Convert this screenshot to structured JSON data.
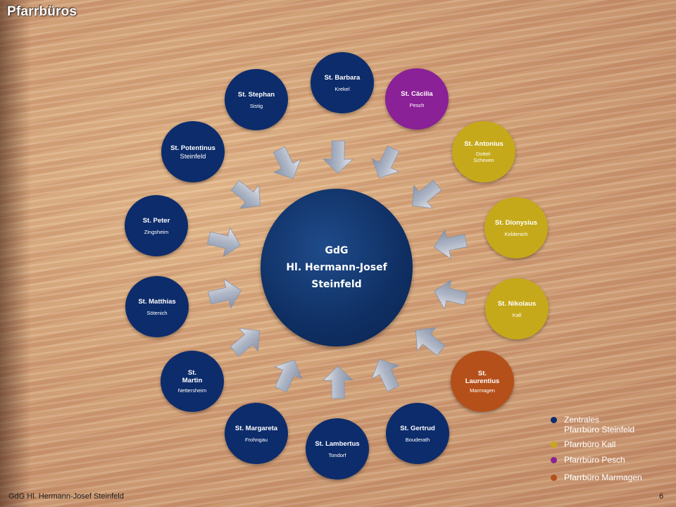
{
  "title": "Pfarrbüros",
  "center": {
    "lines": [
      "GdG",
      "Hl. Hermann-Josef",
      "Steinfeld"
    ]
  },
  "colors": {
    "steinfeld": "#0d2c6b",
    "kall": "#c6a91a",
    "pesch": "#8a2196",
    "marmagen": "#b5501b"
  },
  "nodes": [
    {
      "name": "St. Barbara",
      "sub": "Krekel",
      "group": "steinfeld"
    },
    {
      "name": "St. Cäcilia",
      "sub": "Pesch",
      "group": "pesch"
    },
    {
      "name": "St. Antonius",
      "sub": "Dottel-\nScheven",
      "group": "kall"
    },
    {
      "name": "St. Dionysius",
      "sub": "Keldenich",
      "group": "kall"
    },
    {
      "name": "St. Nikolaus",
      "sub": "Kall",
      "group": "kall"
    },
    {
      "name": "St. Laurentius",
      "sub": "Marmagen",
      "group": "marmagen"
    },
    {
      "name": "St. Gertrud",
      "sub": "Bouderath",
      "group": "steinfeld"
    },
    {
      "name": "St. Lambertus",
      "sub": "Tondorf",
      "group": "steinfeld"
    },
    {
      "name": "St. Margareta",
      "sub": "Frohngau",
      "group": "steinfeld"
    },
    {
      "name": "St. Martin",
      "sub": "Nettersheim",
      "group": "steinfeld"
    },
    {
      "name": "St. Matthias",
      "sub": "Sötenich",
      "group": "steinfeld"
    },
    {
      "name": "St. Peter",
      "sub": "Zingsheim",
      "group": "steinfeld"
    },
    {
      "name": "St. Potentinus",
      "sub": "Steinfeld",
      "group": "steinfeld"
    },
    {
      "name": "St. Stephan",
      "sub": "Sistig",
      "group": "steinfeld"
    }
  ],
  "legend": [
    {
      "label": "Zentrales\nPfarrbüro Steinfeld",
      "group": "steinfeld"
    },
    {
      "label": "Pfarrbüro Kall",
      "group": "kall"
    },
    {
      "label": "Pfarrbüro Pesch",
      "group": "pesch"
    },
    {
      "label": "Pfarrbüro Marmagen",
      "group": "marmagen"
    }
  ],
  "footer": {
    "org": "GdG Hl. Hermann-Josef Steinfeld",
    "page": "6"
  }
}
